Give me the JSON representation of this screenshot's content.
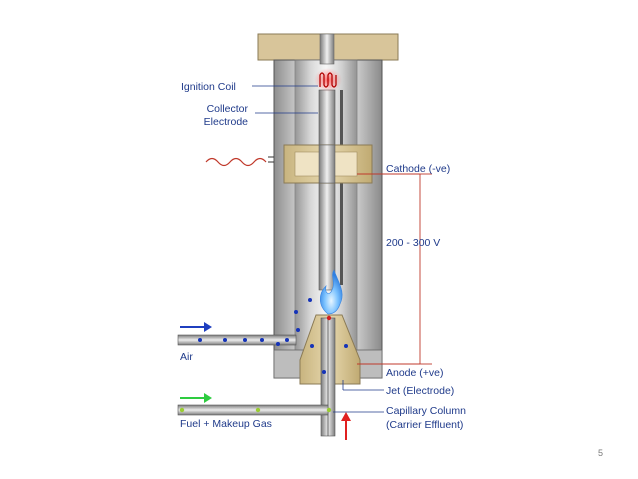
{
  "slide": {
    "page_number": "5"
  },
  "labels": {
    "ignition_coil": "Ignition Coil",
    "collector_line1": "Collector",
    "collector_line2": "Electrode",
    "cathode": "Cathode (-ve)",
    "voltage": "200 - 300 V",
    "anode": "Anode (+ve)",
    "jet": "Jet (Electrode)",
    "capillary_line1": "Capillary Column",
    "capillary_line2": "(Carrier Effluent)",
    "air": "Air",
    "fuel": "Fuel + Makeup Gas"
  },
  "colors": {
    "label_text": "#1f3a8a",
    "leader_red": "#c0392b",
    "flame": "#5fb3ff",
    "air_arrow": "#1f3fbf",
    "fuel_arrow": "#2ecc40",
    "column_arrow": "#e02020",
    "cap_block": "#d8c59a",
    "ion_dot": "#1533b8",
    "fuel_dot": "#9acd32"
  }
}
